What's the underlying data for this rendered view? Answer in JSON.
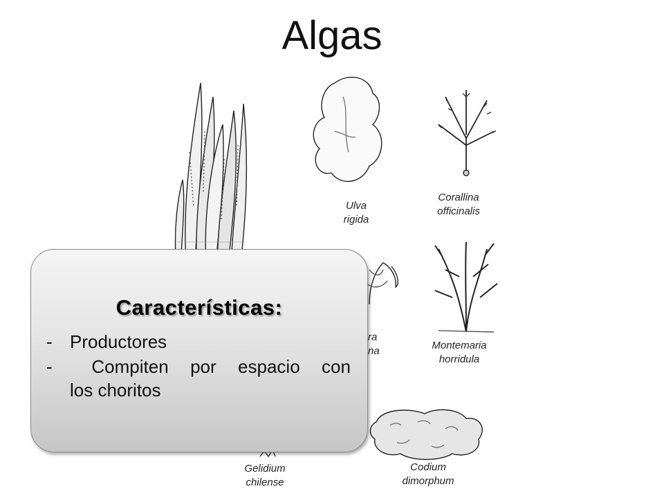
{
  "slide": {
    "title": "Algas"
  },
  "species": [
    {
      "name": "Ulva",
      "epithet": "rigida"
    },
    {
      "name": "Corallina",
      "epithet": "officinalis"
    },
    {
      "name": "ra",
      "epithet": "na"
    },
    {
      "name": "Montemaria",
      "epithet": "horridula"
    },
    {
      "name": "Gelidium",
      "epithet": "chilense"
    },
    {
      "name": "Codium",
      "epithet": "dimorphum"
    }
  ],
  "callout": {
    "heading": "Características:",
    "dash": "-",
    "items": [
      "Productores",
      "Compiten por espacio con los choritos"
    ],
    "item2_words": [
      "Compiten",
      "por",
      "espacio",
      "con"
    ],
    "item2_cont": "los choritos"
  }
}
